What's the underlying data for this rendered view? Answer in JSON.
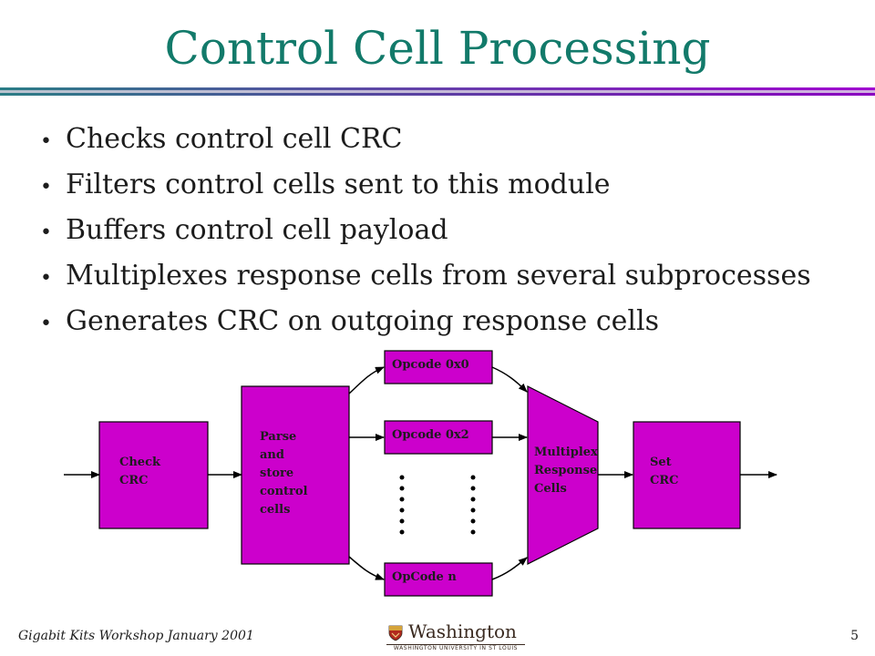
{
  "slide": {
    "title": "Control Cell Processing",
    "bullets": [
      "Checks control cell CRC",
      "Filters control cells sent to this module",
      "Buffers control cell payload",
      "Multiplexes response cells from several subprocesses",
      "Generates CRC on outgoing response cells"
    ],
    "bullet_glyph": "•"
  },
  "diagram": {
    "fill_color": "#cc00cc",
    "blocks": {
      "check_crc": [
        "Check",
        "CRC"
      ],
      "parse_store": [
        "Parse",
        "and",
        "store",
        "control",
        "cells"
      ],
      "opcode_0": [
        "Opcode 0x0"
      ],
      "opcode_2": [
        "Opcode 0x2"
      ],
      "opcode_n": [
        "OpCode n"
      ],
      "mux": [
        "Multiplex",
        "Response",
        "Cells"
      ],
      "set_crc": [
        "Set",
        "CRC"
      ]
    }
  },
  "footer": {
    "left": "Gigabit Kits Workshop January 2001",
    "logo_word": "Washington",
    "logo_sub": "WASHINGTON UNIVERSITY IN ST LOUIS",
    "page_number": "5"
  },
  "colors": {
    "title": "#127a6a",
    "block_fill": "#cc00cc",
    "rule_teal": "#2a7d86",
    "rule_purple": "#a000d0"
  }
}
